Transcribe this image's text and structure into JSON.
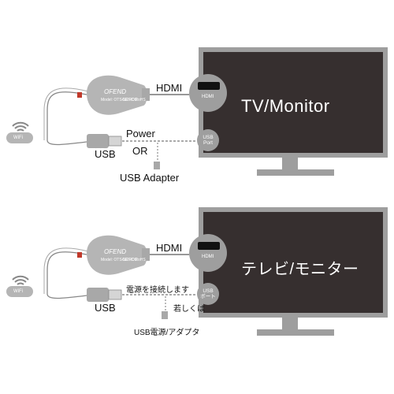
{
  "diagrams": [
    {
      "screen_title": "TV/Monitor",
      "hdmi_label": "HDMI",
      "hdmi_port": "HDMI",
      "usb_port_line1": "USB",
      "usb_port_line2": "Port",
      "power_label": "Power",
      "or_label": "OR",
      "usb_label": "USB",
      "adapter_label": "USB Adapter",
      "wifi_label": "WiFi",
      "dongle_brand": "OFEND",
      "dongle_model": "Model: OTS-M2ROD",
      "dongle_certs": "CE FC RoHS"
    },
    {
      "screen_title": "テレビ/モニター",
      "hdmi_label": "HDMI",
      "hdmi_port": "HDMI",
      "usb_port_line1": "USB",
      "usb_port_line2": "ポート",
      "power_label": "電源を接続します",
      "or_label": "若しくは",
      "usb_label": "USB",
      "adapter_label": "USB電源/アダプタ",
      "wifi_label": "WiFi",
      "dongle_brand": "OFEND",
      "dongle_model": "Model: OTS-M2ROD",
      "dongle_certs": "CE FC RoHS"
    }
  ],
  "colors": {
    "screen": "#362f2f",
    "frame": "#9e9e9e",
    "dongle": "#b5b5b5",
    "cable": "#777777",
    "accent_red": "#c0392b"
  }
}
